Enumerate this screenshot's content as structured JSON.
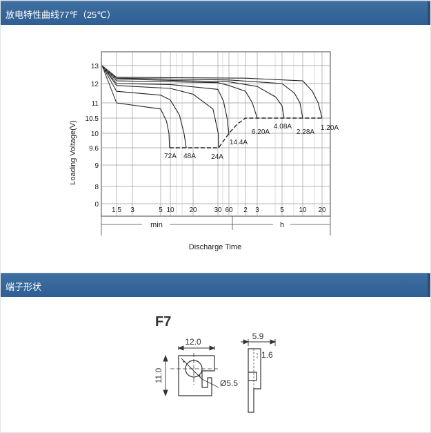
{
  "sections": {
    "discharge_title": "放电特性曲线77℉（25℃）",
    "terminal_title": "端子形状"
  },
  "chart_data": {
    "type": "line",
    "title": "",
    "xlabel": "Discharge Time",
    "ylabel": "Loading Voltage(V)",
    "y_ticks": [
      "13",
      "12",
      "11",
      "10.5",
      "10",
      "9.6",
      "9",
      "8",
      "0"
    ],
    "x_ticks_min": [
      "1.5",
      "3",
      "5",
      "10",
      "20",
      "30",
      "60"
    ],
    "x_ticks_h": [
      "2",
      "3",
      "5",
      "10",
      "20"
    ],
    "x_unit_min": "min",
    "x_unit_h": "h",
    "series": [
      {
        "name": "72A",
        "points": [
          [
            0,
            13.0
          ],
          [
            1.5,
            11.0
          ],
          [
            5,
            10.8
          ],
          [
            8,
            10.4
          ],
          [
            9.3,
            10.0
          ],
          [
            9.6,
            9.6
          ]
        ]
      },
      {
        "name": "48A",
        "points": [
          [
            0,
            13.0
          ],
          [
            1.5,
            11.6
          ],
          [
            5,
            11.4
          ],
          [
            10,
            11.15
          ],
          [
            14,
            10.6
          ],
          [
            16,
            10.0
          ],
          [
            17,
            9.6
          ]
        ]
      },
      {
        "name": "24A",
        "points": [
          [
            0,
            13.0
          ],
          [
            1.5,
            11.9
          ],
          [
            10,
            11.75
          ],
          [
            20,
            11.45
          ],
          [
            28,
            10.8
          ],
          [
            31,
            10.0
          ],
          [
            32,
            9.6
          ]
        ]
      },
      {
        "name": "14.4A",
        "points": [
          [
            0,
            13.0
          ],
          [
            1.5,
            12.0
          ],
          [
            10,
            11.95
          ],
          [
            30,
            11.7
          ],
          [
            45,
            11.1
          ],
          [
            55,
            10.5
          ],
          [
            60,
            9.95
          ]
        ]
      },
      {
        "name": "6.20A",
        "points": [
          [
            0,
            13.0
          ],
          [
            1.5,
            12.15
          ],
          [
            30,
            12.05
          ],
          [
            60,
            11.9
          ],
          [
            120,
            11.6
          ],
          [
            155,
            11.0
          ],
          [
            180,
            10.5
          ]
        ]
      },
      {
        "name": "4.08A",
        "points": [
          [
            0,
            13.0
          ],
          [
            1.5,
            12.25
          ],
          [
            60,
            12.1
          ],
          [
            180,
            11.85
          ],
          [
            270,
            11.3
          ],
          [
            300,
            10.9
          ],
          [
            330,
            10.5
          ]
        ]
      },
      {
        "name": "2.28A",
        "points": [
          [
            0,
            13.0
          ],
          [
            1.5,
            12.3
          ],
          [
            60,
            12.2
          ],
          [
            300,
            12.0
          ],
          [
            480,
            11.5
          ],
          [
            560,
            11.0
          ],
          [
            600,
            10.5
          ]
        ]
      },
      {
        "name": "1.20A",
        "points": [
          [
            0,
            13.0
          ],
          [
            1.5,
            12.35
          ],
          [
            120,
            12.3
          ],
          [
            600,
            12.15
          ],
          [
            900,
            11.6
          ],
          [
            1080,
            11.0
          ],
          [
            1200,
            10.5
          ]
        ]
      }
    ],
    "final_voltage_line": [
      [
        9.6,
        9.6
      ],
      [
        32,
        9.6
      ],
      [
        60,
        10.0
      ],
      [
        90,
        10.3
      ],
      [
        120,
        10.5
      ],
      [
        1200,
        10.5
      ]
    ],
    "grid": true
  },
  "terminal": {
    "model": "F7",
    "dim_width": "12.0",
    "dim_height": "11.0",
    "dim_hole": "Ø5.5",
    "dim_side_width": "5.9",
    "dim_thickness": "1.6"
  }
}
